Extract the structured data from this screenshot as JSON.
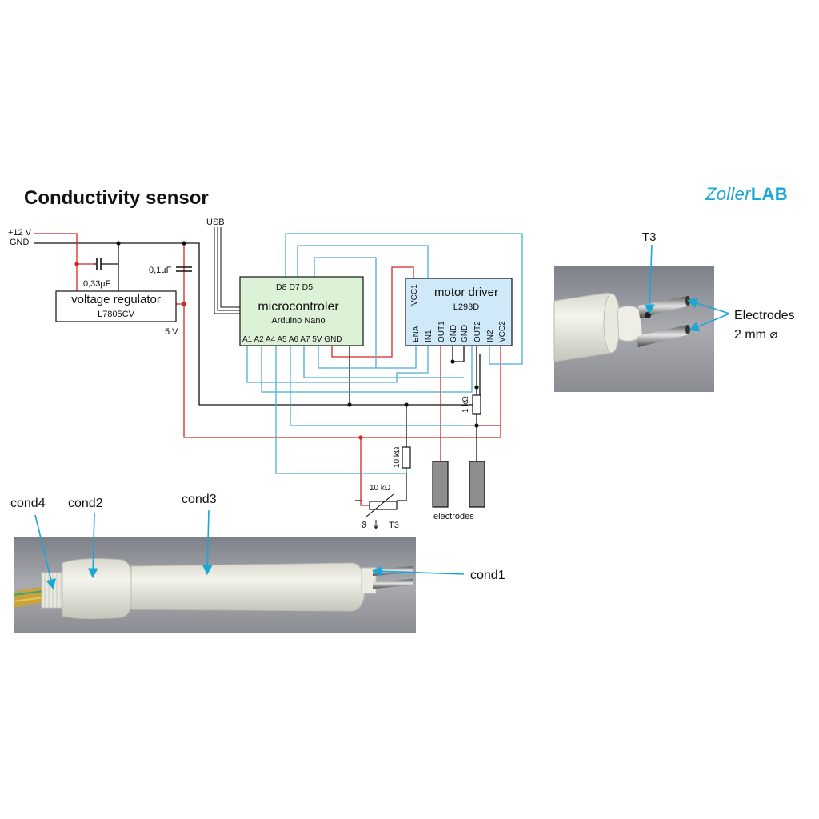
{
  "title": "Conductivity sensor",
  "logo": {
    "part1": "Zoller",
    "part2": "LAB",
    "color": "#1ba7d6"
  },
  "colors": {
    "wire_red": "#d42525",
    "wire_blue": "#4aaed4",
    "wire_black": "#111111",
    "micro_fill": "#dcf2d6",
    "driver_fill": "#cfe9f8",
    "electrode_fill": "#8e8e8e"
  },
  "power": {
    "v12": "+12 V",
    "gnd": "GND",
    "cap_reg": "0,33µF",
    "cap_5v": "0,1µF",
    "v5": "5 V"
  },
  "regulator": {
    "name": "voltage regulator",
    "part": "L7805CV"
  },
  "usb": "USB",
  "micro": {
    "top_pins": "D8 D7 D5",
    "name": "microcontroler",
    "part": "Arduino Nano",
    "bottom_pins": "A1 A2 A4 A5 A6 A7 5V GND"
  },
  "driver": {
    "name": "motor driver",
    "part": "L293D",
    "vcc1": "VCC1",
    "pins": [
      "ENA",
      "IN1",
      "OUT1",
      "GND",
      "GND",
      "OUT2",
      "IN2",
      "VCC2"
    ]
  },
  "resistors": {
    "r1k": "1 kΩ",
    "r10k": "10 kΩ",
    "ntc": "10 kΩ",
    "ntc_sym": "ϑ",
    "ntc_name": "T3"
  },
  "electrodes_label": "electrodes",
  "photo_tip": {
    "t3": "T3",
    "electrodes": "Electrodes",
    "diameter": "2 mm ⌀"
  },
  "photo_probe": {
    "cond1": "cond1",
    "cond2": "cond2",
    "cond3": "cond3",
    "cond4": "cond4"
  }
}
